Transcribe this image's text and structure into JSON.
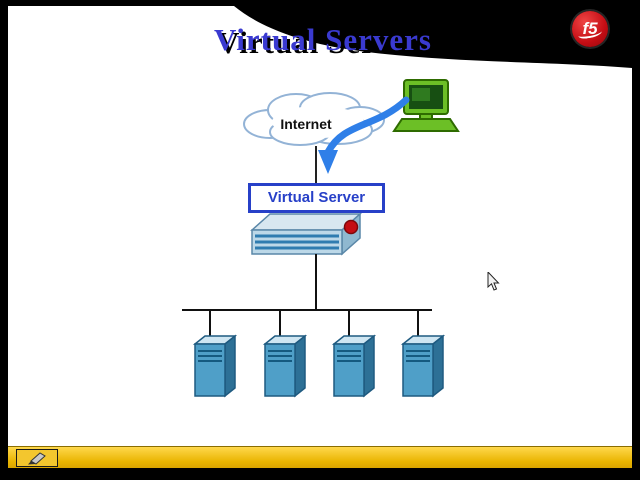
{
  "slide": {
    "title": "Virtual Servers"
  },
  "logo": {
    "text": "f5"
  },
  "diagram": {
    "cloud_label": "Internet",
    "virtual_server_label": "Virtual Server",
    "server_count": 4,
    "icons": [
      "cloud-icon",
      "client-computer-icon",
      "flow-arrow-icon",
      "bigip-appliance-icon",
      "server-tower-icon",
      "f5-logo",
      "pen-tool-icon",
      "mouse-cursor-icon"
    ]
  },
  "toolbar": {
    "tool": "pen"
  },
  "colors": {
    "title_blue": "#3a3ad0",
    "virtual_server_blue": "#2740c8",
    "arrow_blue": "#2f7fe8",
    "server_front_blue": "#4f9fc8",
    "server_side_blue": "#2d7096",
    "computer_green": "#6cbf26",
    "logo_red": "#c40d14",
    "toolbar_yellow": "#e9b400",
    "slide_background": "#ffffff",
    "frame_black": "#000000"
  }
}
